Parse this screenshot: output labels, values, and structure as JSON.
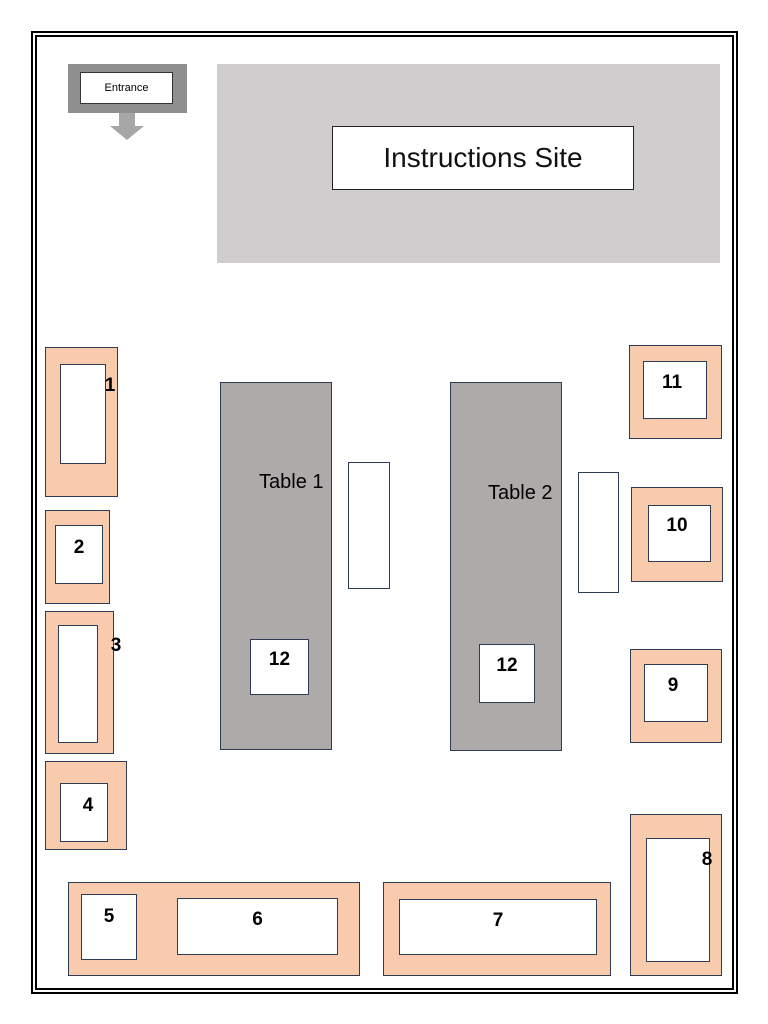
{
  "entrance": {
    "label": "Entrance"
  },
  "instructions": {
    "label": "Instructions Site"
  },
  "tables": [
    {
      "label": "Table 1",
      "seat_label": "12"
    },
    {
      "label": "Table 2",
      "seat_label": "12"
    }
  ],
  "stations": [
    "1",
    "2",
    "3",
    "4",
    "5",
    "6",
    "7",
    "8",
    "9",
    "10",
    "11"
  ],
  "colors": {
    "station_fill": "#f8cbad",
    "table_fill": "#aeaaaa",
    "instructions_fill": "#cfcdce",
    "entrance_fill": "#8f8f8f",
    "outline": "#2d3b55"
  }
}
